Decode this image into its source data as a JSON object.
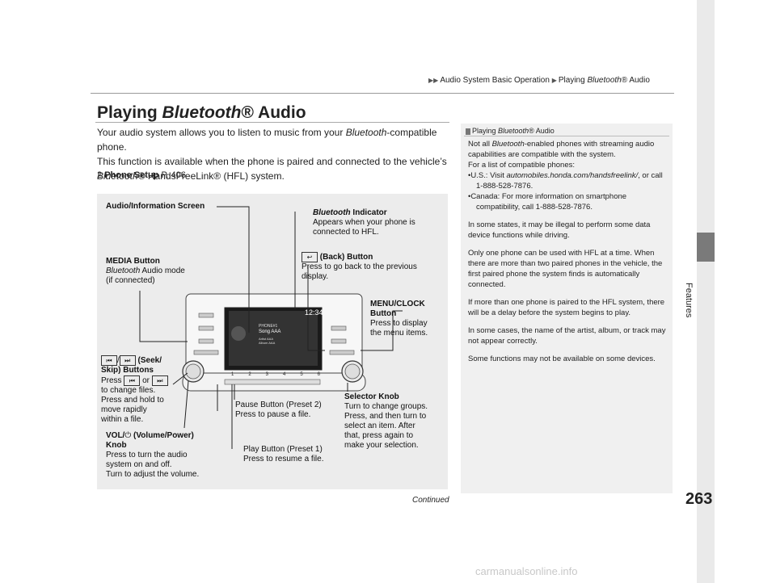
{
  "breadcrumb": {
    "part1": "Audio System Basic Operation",
    "part2": "Playing",
    "part2_italic": "Bluetooth",
    "part2_tail": "® Audio"
  },
  "side_tab": {
    "label": "Features"
  },
  "page_number": "263",
  "title": {
    "prefix": "Playing ",
    "italic": "Bluetooth",
    "suffix": "® Audio"
  },
  "intro": {
    "line1a": "Your audio system allows you to listen to music from your ",
    "line1i": "Bluetooth",
    "line1b": "-compatible",
    "line2": "phone.",
    "line3": "This function is available when the phone is paired and connected to the vehicle’s",
    "line4i": "Bluetooth",
    "line4b": "® HandsFreeLink® (HFL) system."
  },
  "xref": {
    "arrow": "2",
    "label": "Phone Setup",
    "page": "P. 406"
  },
  "sidebar": {
    "head_italic": "Bluetooth",
    "head_pre": "Playing ",
    "head_post": "® Audio",
    "p1a": "Not all ",
    "p1i": "Bluetooth",
    "p1b": "-enabled phones with streaming audio capabilities are compatible with the system.",
    "p1c": "For a list of compatible phones:",
    "b1a": "•U.S.: Visit ",
    "b1i": "automobiles.honda.com/handsfreelink/",
    "b1b": ", or call 1-888-528-7876.",
    "b2": "•Canada: For more information on smartphone compatibility, call 1-888-528-7876.",
    "p2": "In some states, it may be illegal to perform some data device functions while driving.",
    "p3": "Only one phone can be used with HFL at a time. When there are more than two paired phones in the vehicle, the first paired phone the system finds is automatically connected.",
    "p4": "If more than one phone is paired to the HFL system, there will be a delay before the system begins to play.",
    "p5": "In some cases, the name of the artist, album, or track may not appear correctly.",
    "p6": "Some functions may not be available on some devices."
  },
  "figure": {
    "audio_screen": "Audio/Information Screen",
    "bt_indicator_i": "Bluetooth",
    "bt_indicator": " Indicator",
    "bt_indicator_desc1": "Appears when your phone is",
    "bt_indicator_desc2": "connected to HFL.",
    "media_button": "MEDIA Button",
    "media_desc_i": "Bluetooth",
    "media_desc": " Audio mode",
    "media_desc2": "(if connected)",
    "back_button": "(Back) Button",
    "back_desc1": "Press to go back to the previous",
    "back_desc2": "display.",
    "menu_button1": "MENU/CLOCK",
    "menu_button2": "Button",
    "menu_desc1": "Press to display",
    "menu_desc2": "the menu items.",
    "seek_title1": " (Seek/",
    "seek_title2": "Skip) Buttons",
    "seek_press": "Press",
    "seek_or": "or",
    "seek_desc1": "to change files.",
    "seek_desc2": "Press and hold to",
    "seek_desc3": "move rapidly",
    "seek_desc4": "within a file.",
    "vol_title1": "VOL/",
    "vol_title1b": " (Volume/Power)",
    "vol_title2": "Knob",
    "vol_desc1": "Press to turn the audio",
    "vol_desc2": "system on and off.",
    "vol_desc3": "Turn to adjust the volume.",
    "pause_title": "Pause Button (Preset 2)",
    "pause_desc": "Press to pause a file.",
    "play_title": "Play Button (Preset 1)",
    "play_desc": "Press to resume a file.",
    "selector_title": "Selector Knob",
    "selector_desc1": "Turn to change groups.",
    "selector_desc2": "Press, and then turn to",
    "selector_desc3": "select an item. After",
    "selector_desc4": "that, press again to",
    "selector_desc5": "make your selection.",
    "screen_time": "12:34",
    "screen_phone": "PHONE#1",
    "screen_song": "Song AAA",
    "screen_artist": "Artist AAA",
    "screen_album": "Album AAA",
    "preset_numbers": [
      "1",
      "2",
      "3",
      "4",
      "5",
      "6"
    ]
  },
  "continued": "Continued",
  "watermark": "carmanualsonline.info"
}
